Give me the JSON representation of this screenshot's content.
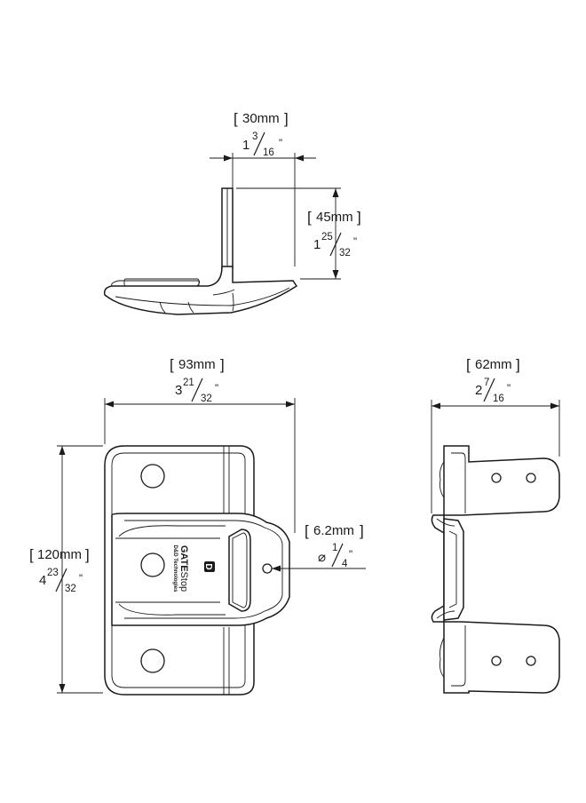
{
  "dimensions": {
    "top_width": {
      "metric": "30mm",
      "imperial_whole": "1",
      "imperial_num": "3",
      "imperial_den": "16",
      "inch_mark": "\""
    },
    "top_height": {
      "metric": "45mm",
      "imperial_whole": "1",
      "imperial_num": "25",
      "imperial_den": "32",
      "inch_mark": "\""
    },
    "front_width": {
      "metric": "93mm",
      "imperial_whole": "3",
      "imperial_num": "21",
      "imperial_den": "32",
      "inch_mark": "\""
    },
    "front_height": {
      "metric": "120mm",
      "imperial_whole": "4",
      "imperial_num": "23",
      "imperial_den": "32",
      "inch_mark": "\""
    },
    "hole_diameter": {
      "metric": "6.2mm",
      "diameter_symbol": "⌀",
      "imperial_num": "1",
      "imperial_den": "4",
      "inch_mark": "\""
    },
    "side_width": {
      "metric": "62mm",
      "imperial_whole": "2",
      "imperial_num": "7",
      "imperial_den": "16",
      "inch_mark": "\""
    }
  },
  "logo": {
    "brand_prefix": "GATE",
    "brand_suffix": "Stop",
    "tagline": "D&D Technologies",
    "mark": "D"
  }
}
